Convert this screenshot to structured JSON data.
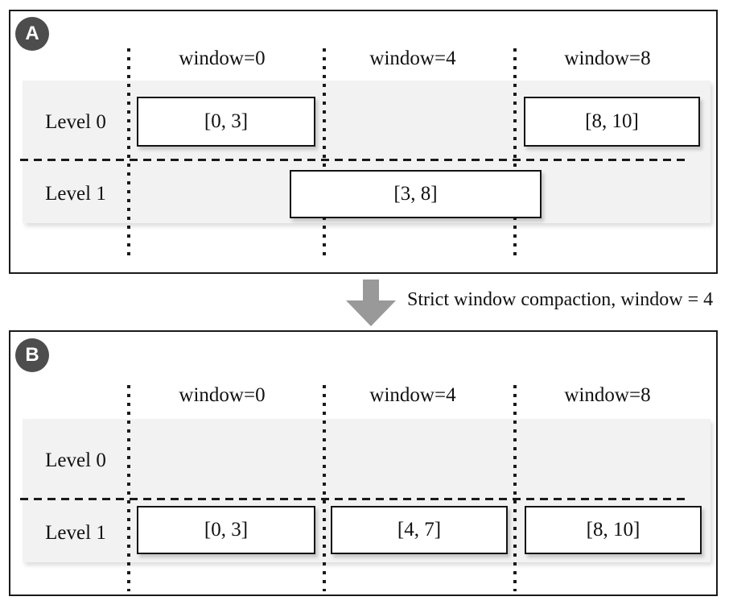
{
  "panel_a": {
    "badge": "A",
    "headers": [
      "window=0",
      "window=4",
      "window=8"
    ],
    "rows": [
      {
        "label": "Level 0",
        "boxes": [
          {
            "interval": "[0, 3]"
          },
          {
            "interval": "[8, 10]"
          }
        ]
      },
      {
        "label": "Level 1",
        "boxes": [
          {
            "interval": "[3, 8]"
          }
        ]
      }
    ]
  },
  "transition": {
    "label": "Strict window compaction, window = 4"
  },
  "panel_b": {
    "badge": "B",
    "headers": [
      "window=0",
      "window=4",
      "window=8"
    ],
    "rows": [
      {
        "label": "Level 0",
        "boxes": []
      },
      {
        "label": "Level 1",
        "boxes": [
          {
            "interval": "[0, 3]"
          },
          {
            "interval": "[4, 7]"
          },
          {
            "interval": "[8, 10]"
          }
        ]
      }
    ]
  },
  "colors": {
    "badge_background": "#4d4d4d",
    "badge_text": "#ffffff",
    "row_band": "#f2f2f2",
    "arrow": "#999999",
    "line": "#1a1a1a",
    "box_background": "#ffffff"
  }
}
